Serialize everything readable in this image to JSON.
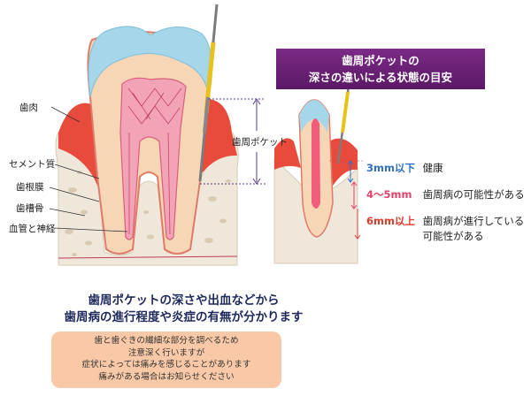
{
  "left_labels": {
    "gingiva": "歯肉",
    "cementum": "セメント質",
    "pdl": "歯根膜",
    "alveolar_bone": "歯槽骨",
    "vessels_nerve": "血管と神経"
  },
  "pocket_label": "歯周ポケット",
  "banner": {
    "line1": "歯周ポケットの",
    "line2": "深さの違いによる状態の目安"
  },
  "scale": [
    {
      "depth": "3mm以下",
      "description": "健康",
      "color": "#2f6fc4"
    },
    {
      "depth": "4～5mm",
      "description": "歯周病の可能性がある",
      "color": "#e0406a"
    },
    {
      "depth": "6mm以上",
      "description_line1": "歯周病が進行している",
      "description_line2": "可能性がある",
      "color": "#e03a2a"
    }
  ],
  "headline": {
    "line1": "歯周ポケットの深さや出血などから",
    "line2": "歯周病の進行程度や炎症の有無が分かります"
  },
  "note": {
    "line1": "歯と歯ぐきの繊細な部分を調べるため",
    "line2": "注意深く行いますが",
    "line3": "症状によっては痛みを感じることがあります",
    "line4": "痛みがある場合はお知らせください"
  },
  "colors": {
    "enamel": "#9fd3e8",
    "dentin": "#f6d6b5",
    "pulp": "#f08fa8",
    "gum": "#e84a3c",
    "bone": "#eee6d8",
    "banner": "#6b2278",
    "probe_band": "#e8c21a"
  }
}
